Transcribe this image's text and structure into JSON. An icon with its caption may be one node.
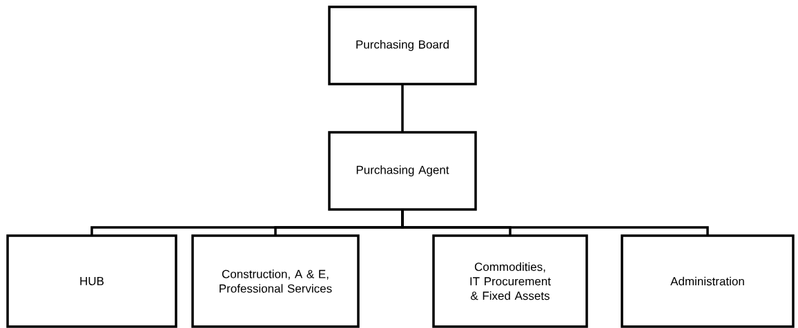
{
  "diagram": {
    "nodes": [
      {
        "text": [
          "Purchasing Board"
        ]
      },
      {
        "text": [
          "Purchasing Agent"
        ]
      },
      {
        "text": [
          "HUB"
        ]
      },
      {
        "text": [
          "Construction, A & E, Professional Services"
        ]
      },
      {
        "text": [
          "Commodities, IT Procurement & Fixed Assets"
        ]
      },
      {
        "text": [
          "Administration"
        ]
      }
    ],
    "edges": [
      {
        "from": 0,
        "to": 1,
        "arrow": "none"
      },
      {
        "from": 1,
        "to": 2,
        "arrow": "none"
      },
      {
        "from": 1,
        "to": 3,
        "arrow": "none"
      },
      {
        "from": 1,
        "to": 4,
        "arrow": "none"
      },
      {
        "from": 1,
        "to": 5,
        "arrow": "none"
      }
    ]
  }
}
